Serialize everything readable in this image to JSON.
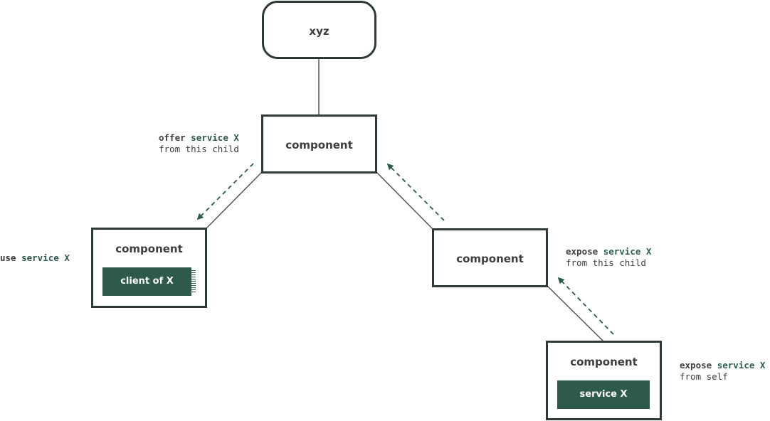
{
  "root": {
    "label": "xyz"
  },
  "nodes": {
    "center": {
      "title": "component"
    },
    "left": {
      "title": "component",
      "inner_label": "client of X"
    },
    "right": {
      "title": "component"
    },
    "bottom": {
      "title": "component",
      "inner_label": "service X"
    }
  },
  "annotations": {
    "offer": {
      "verb": "offer",
      "service": "service X",
      "line2": "from this child"
    },
    "use": {
      "verb": "use",
      "service": "service X"
    },
    "expose_child": {
      "verb": "expose",
      "service": "service X",
      "line2": "from this child"
    },
    "expose_self": {
      "verb": "expose",
      "service": "service X",
      "line2": "from self"
    }
  },
  "colors": {
    "border": "#2d3a36",
    "accent": "#2e5a4e",
    "text": "#3b3f3e"
  }
}
